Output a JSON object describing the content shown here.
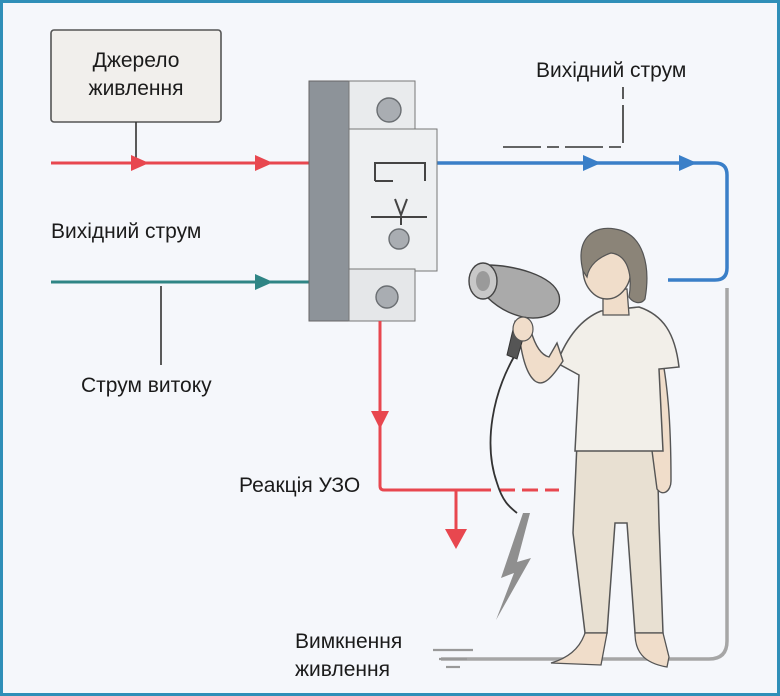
{
  "labels": {
    "power_source_line1": "Джерело",
    "power_source_line2": "живлення",
    "output_current_top": "Вихідний струм",
    "output_current_left": "Вихідний струм",
    "leakage_current": "Струм витоку",
    "rcd_reaction": "Реакція УЗО",
    "power_off_line1": "Вимкнення",
    "power_off_line2": "живлення"
  },
  "colors": {
    "phase_red": "#e8474f",
    "neutral_teal": "#2f8585",
    "output_blue": "#3a7fc8",
    "ground_gray": "#a6a6a6",
    "frame_blue": "#2f8fb8"
  },
  "icons": {
    "device": "rcd-device",
    "person": "person-with-hair-dryer",
    "spark": "lightning-icon",
    "ground": "ground-symbol-icon"
  }
}
